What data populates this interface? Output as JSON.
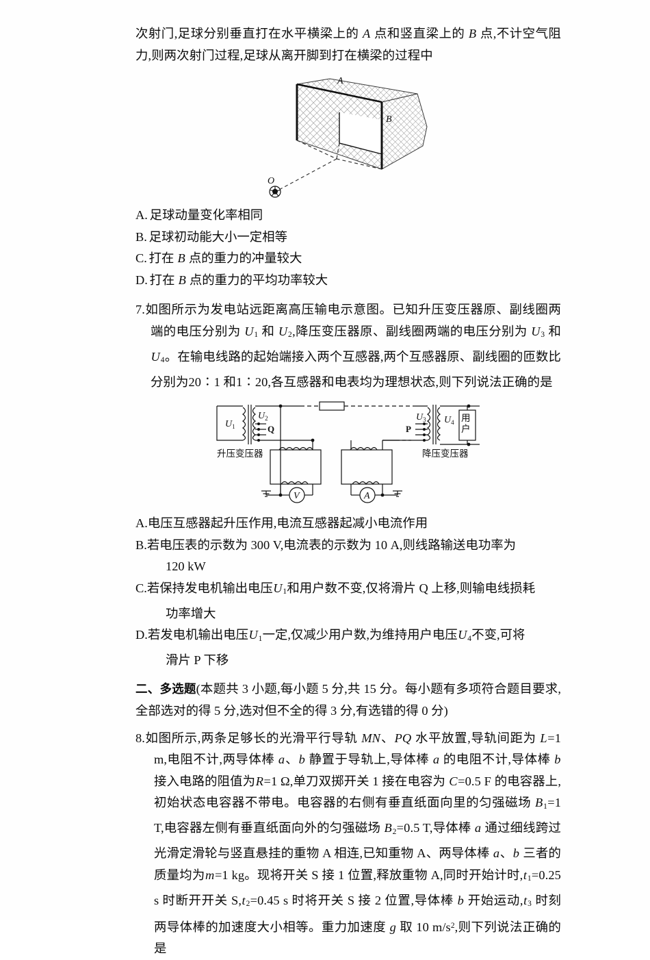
{
  "document": {
    "type": "physics-exam-paper",
    "language": "zh-CN"
  },
  "q6_tail": {
    "line1_a": "次射门,足球分别垂直打在水平横梁上的 ",
    "line1_A": "A",
    "line1_b": " 点和竖直梁上的 ",
    "line1_B": "B",
    "line1_c": " 点,不计空气阻",
    "line2": "力,则两次射门过程,足球从离开脚到打在横梁的过程中",
    "figure": {
      "name": "soccer-goal-figure",
      "labels": {
        "A": "A",
        "B": "B",
        "O": "O"
      }
    },
    "options": [
      {
        "label": "A.",
        "text": "足球动量变化率相同"
      },
      {
        "label": "B.",
        "text": "足球初动能大小一定相等"
      },
      {
        "label": "C.",
        "pre": "打在 ",
        "it": "B",
        "post": " 点的重力的冲量较大"
      },
      {
        "label": "D.",
        "pre": "打在 ",
        "it": "B",
        "post": " 点的重力的平均功率较大"
      }
    ]
  },
  "q7": {
    "number": "7.",
    "stem_p1": "如图所示为发电站远距离高压输电示意图。已知升压变压器原、副线圈两端的",
    "stem_p2_a": "电压分别为 ",
    "stem_U1": "U",
    "stem_U1_sub": "1",
    "stem_p2_b": " 和 ",
    "stem_U2": "U",
    "stem_U2_sub": "2",
    "stem_p2_c": ",降压变压器原、副线圈两端的电压分别为 ",
    "stem_U3": "U",
    "stem_U3_sub": "3",
    "stem_p2_d": " 和 ",
    "stem_U4": "U",
    "stem_U4_sub": "4",
    "stem_p2_e": "。在",
    "stem_p3": "输电线路的起始端接入两个互感器,两个互感器原、副线圈的匝数比分别为",
    "stem_p4": "20∶1 和1∶20,各互感器和电表均为理想状态,则下列说法正确的是",
    "figure": {
      "name": "power-transmission-circuit",
      "labels": {
        "U1": "U",
        "U1_sub": "1",
        "U2": "U",
        "U2_sub": "2",
        "U3": "U",
        "U3_sub": "3",
        "U4": "U",
        "U4_sub": "4",
        "Q": "Q",
        "P": "P",
        "user": "用户",
        "step_up": "升压变压器",
        "step_down": "降压变压器",
        "voltmeter": "V",
        "ammeter": "A"
      }
    },
    "options": [
      {
        "label": "A.",
        "text": "电压互感器起升压作用,电流互感器起减小电流作用"
      },
      {
        "label": "B.",
        "text": "若电压表的示数为 300 V,电流表的示数为 10 A,则线路输送电功率为",
        "cont": "120 kW"
      },
      {
        "label": "C.",
        "pre": "若保持发电机输出电压",
        "it": "U",
        "it_sub": "1",
        "post": "和用户数不变,仅将滑片 Q 上移,则输电线损耗",
        "cont": "功率增大"
      },
      {
        "label": "D.",
        "pre": "若发电机输出电压",
        "it": "U",
        "it_sub": "1",
        "mid": "一定,仅减少用户数,为维持用户电压",
        "it2": "U",
        "it2_sub": "4",
        "post": "不变,可将",
        "cont": "滑片 P 下移"
      }
    ]
  },
  "section2": {
    "title": "二、多选题",
    "body": "(本题共 3 小题,每小题 5 分,共 15 分。每小题有多项符合题目要求,",
    "body2": "全部选对的得 5 分,选对但不全的得 3 分,有选错的得 0 分)"
  },
  "q8": {
    "number": "8.",
    "l1_a": "如图所示,两条足够长的光滑平行导轨 ",
    "l1_MN": "MN",
    "l1_b": "、",
    "l1_PQ": "PQ",
    "l1_c": " 水平放置,导轨间距为 ",
    "l1_L": "L",
    "l1_d": "=",
    "l2_a": "1 m,电阻不计,两导体棒 ",
    "l2_a1": "a",
    "l2_b": "、",
    "l2_b1": "b",
    "l2_c": " 静置于导轨上,导体棒 ",
    "l2_a2": "a",
    "l2_d": " 的电阻不计,导体棒 ",
    "l2_b2": "b",
    "l2_e": " 接",
    "l3_a": "入电路的阻值为",
    "l3_R": "R",
    "l3_b": "=1 Ω,单刀双掷开关 1 接在电容为 ",
    "l3_C": "C",
    "l3_c": "=0.5 F 的电容器上,",
    "l4_a": "初始状态电容器不带电。电容器的右侧有垂直纸面向里的匀强磁场 ",
    "l4_B1": "B",
    "l4_B1_sub": "1",
    "l4_b": "=1 T,",
    "l5_a": "电容器左侧有垂直纸面向外的匀强磁场 ",
    "l5_B2": "B",
    "l5_B2_sub": "2",
    "l5_b": "=0.5 T,导体棒 ",
    "l5_a1": "a",
    "l5_c": " 通过细线跨过光",
    "l6_a": "滑定滑轮与竖直悬挂的重物 A 相连,已知重物 A、两导体棒 ",
    "l6_a1": "a",
    "l6_b": "、",
    "l6_b1": "b",
    "l6_c": " 三者的质量均",
    "l7_a": "为",
    "l7_m": "m",
    "l7_b": "=1 kg。现将开关 S 接 1 位置,释放重物 A,同时开始计时,",
    "l7_t1": "t",
    "l7_t1_sub": "1",
    "l7_c": "=0.25 s 时",
    "l8_a": "断开开关 S,",
    "l8_t2": "t",
    "l8_t2_sub": "2",
    "l8_b": "=0.45 s 时将开关 S 接 2 位置,导体棒 ",
    "l8_b1": "b",
    "l8_c": " 开始运动,",
    "l8_t3": "t",
    "l8_t3_sub": "3",
    "l8_d": " 时刻两导",
    "l9_a": "体棒的加速度大小相等。重力加速度 ",
    "l9_g": "g",
    "l9_b": " 取 10 m/s",
    "l9_sup": "2",
    "l9_c": ",则下列说法正确的是"
  },
  "colors": {
    "ink": "#0d0d0d",
    "page": "#fefefe",
    "line": "#111111"
  }
}
